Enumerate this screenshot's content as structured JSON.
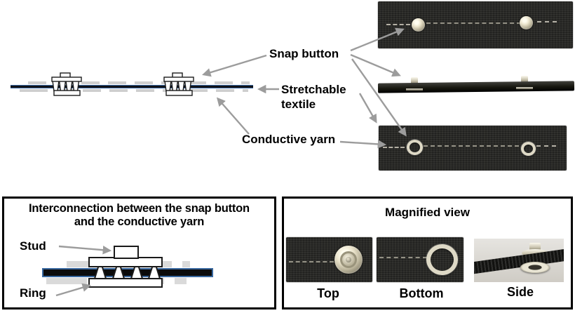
{
  "figure": {
    "top_labels": {
      "snap_button": "Snap button",
      "stretchable_textile": "Stretchable textile",
      "conductive_yarn": "Conductive yarn"
    },
    "interconnection_box": {
      "title_line1": "Interconnection between the snap button",
      "title_line2": "and the conductive yarn",
      "stud": "Stud",
      "ring": "Ring"
    },
    "magnified_box": {
      "title": "Magnified view",
      "views": [
        {
          "label": "Top"
        },
        {
          "label": "Bottom"
        },
        {
          "label": "Side"
        }
      ]
    },
    "colors": {
      "textile_blue": "#3a6aa5",
      "yarn_gray": "#cfcfcf",
      "arrow_gray": "#9c9c9c",
      "photo_black": "#2a2a27",
      "metal_silver": "#d8d3c2"
    }
  }
}
